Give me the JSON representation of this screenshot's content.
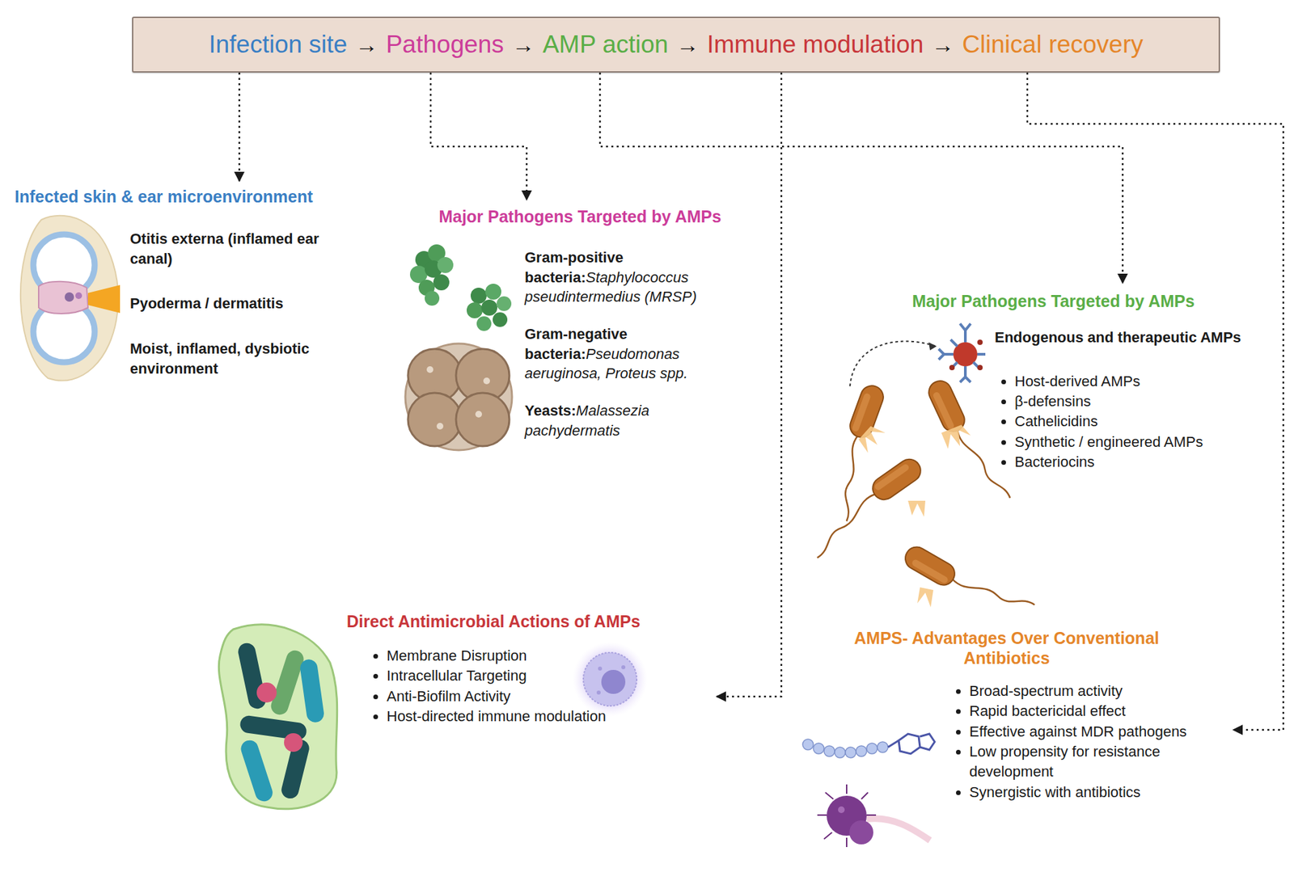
{
  "diagram": {
    "nodes": [
      {
        "text": [
          "Infection site",
          "Pathogens",
          "AMP action",
          "Immune modulation",
          "Clinical recovery"
        ]
      },
      {
        "text": [
          "Infected skin & ear microenvironment",
          "Otitis externa (inflamed ear canal)",
          "Pyoderma / dermatitis",
          "Moist, inflamed, dysbiotic environment"
        ]
      },
      {
        "text": [
          "Major Pathogens Targeted by AMPs",
          "Gram-positive bacteria:",
          "Staphylococcus pseudintermedius (MRSP)",
          "Gram-negative bacteria:",
          "Pseudomonas aeruginosa, Proteus spp.",
          "Yeasts:",
          "Malassezia pachydermatis"
        ]
      },
      {
        "text": [
          "Major Pathogens Targeted by AMPs",
          "Endogenous and therapeutic AMPs",
          "Host-derived AMPs",
          "β-defensins",
          "Cathelicidins",
          "Synthetic / engineered AMPs",
          "Bacteriocins"
        ]
      },
      {
        "text": [
          "Direct Antimicrobial Actions of AMPs",
          "Membrane Disruption",
          "Intracellular Targeting",
          "Anti-Biofilm Activity",
          "Host-directed immune modulation"
        ]
      },
      {
        "text": [
          "AMPS- Advantages Over Conventional Antibiotics",
          "Broad-spectrum activity",
          "Rapid bactericidal effect",
          "Effective against MDR pathogens",
          "Low propensity for resistance development",
          "Synergistic with antibiotics"
        ]
      }
    ],
    "edges": [
      {
        "from": 0,
        "to": 1,
        "arrow": "to"
      },
      {
        "from": 0,
        "to": 2,
        "arrow": "to"
      },
      {
        "from": 0,
        "to": 3,
        "arrow": "to"
      },
      {
        "from": 0,
        "to": 4,
        "arrow": "to"
      },
      {
        "from": 0,
        "to": 5,
        "arrow": "to"
      }
    ],
    "labels": [
      "→",
      "→",
      "→",
      "→"
    ]
  }
}
